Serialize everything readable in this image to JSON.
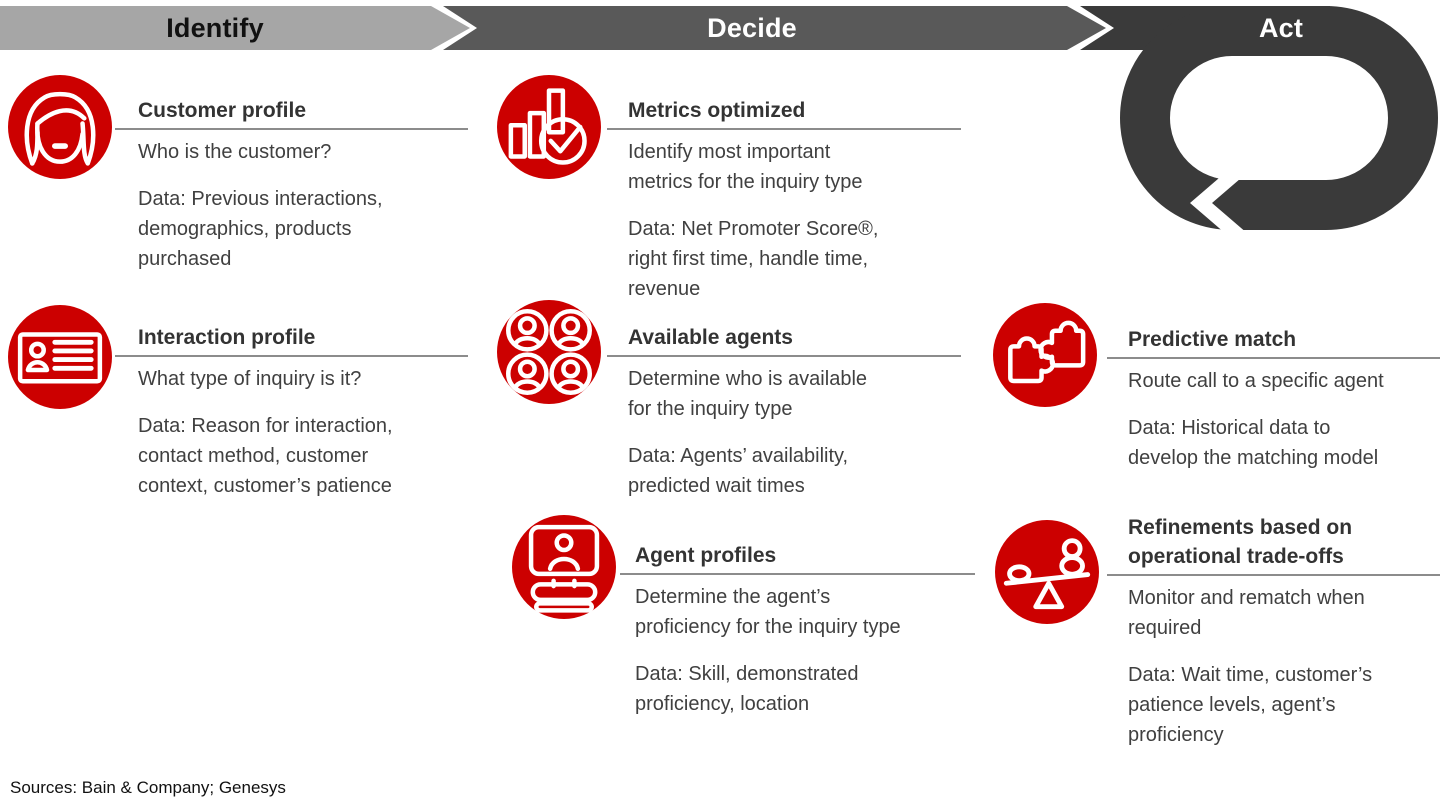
{
  "stages": {
    "identify": {
      "label": "Identify",
      "band_color": "#a6a6a6"
    },
    "decide": {
      "label": "Decide",
      "band_color": "#595959"
    },
    "act": {
      "label": "Act",
      "band_color": "#3a3a3a"
    }
  },
  "colors": {
    "accent_red": "#cc0000",
    "icon_stroke": "#ffffff",
    "title_text": "#333333",
    "body_text": "#404040",
    "divider": "#8c8c8c"
  },
  "blocks": {
    "customer_profile": {
      "stage": "Identify",
      "icon": "woman-face-icon",
      "title_lines": [
        "Customer profile"
      ],
      "body_lines": [
        "Who is the customer?"
      ],
      "data_lines": [
        "Data: Previous interactions,",
        "demographics, products",
        "purchased"
      ]
    },
    "interaction_profile": {
      "stage": "Identify",
      "icon": "id-card-icon",
      "title_lines": [
        "Interaction profile"
      ],
      "body_lines": [
        "What type of inquiry is it?"
      ],
      "data_lines": [
        "Data: Reason for interaction,",
        "contact method, customer",
        "context, customer’s patience"
      ]
    },
    "metrics_optimized": {
      "stage": "Decide",
      "icon": "bar-chart-check-icon",
      "title_lines": [
        "Metrics optimized"
      ],
      "body_lines": [
        "Identify most important",
        "metrics for the inquiry type"
      ],
      "data_lines": [
        "Data: Net Promoter Score®,",
        "right first time, handle time,",
        "revenue"
      ]
    },
    "available_agents": {
      "stage": "Decide",
      "icon": "agents-group-icon",
      "title_lines": [
        "Available agents"
      ],
      "body_lines": [
        "Determine who is available",
        "for the inquiry type"
      ],
      "data_lines": [
        "Data: Agents’ availability,",
        "predicted wait times"
      ]
    },
    "agent_profiles": {
      "stage": "Decide",
      "icon": "agent-screen-icon",
      "title_lines": [
        "Agent profiles"
      ],
      "body_lines": [
        "Determine the agent’s",
        "proficiency for the inquiry type"
      ],
      "data_lines": [
        "Data: Skill, demonstrated",
        "proficiency, location"
      ]
    },
    "predictive_match": {
      "stage": "Act",
      "icon": "puzzle-pieces-icon",
      "title_lines": [
        "Predictive match"
      ],
      "body_lines": [
        "Route call to a specific agent"
      ],
      "data_lines": [
        "Data: Historical data to",
        "develop the matching model"
      ]
    },
    "refinements": {
      "stage": "Act",
      "icon": "balance-scale-icon",
      "title_lines": [
        "Refinements based on",
        "operational trade-offs"
      ],
      "body_lines": [
        "Monitor and rematch when",
        "required"
      ],
      "data_lines": [
        "Data: Wait time, customer’s",
        "patience levels, agent’s",
        "proficiency"
      ]
    }
  },
  "footer": {
    "sources": "Sources: Bain & Company; Genesys"
  }
}
